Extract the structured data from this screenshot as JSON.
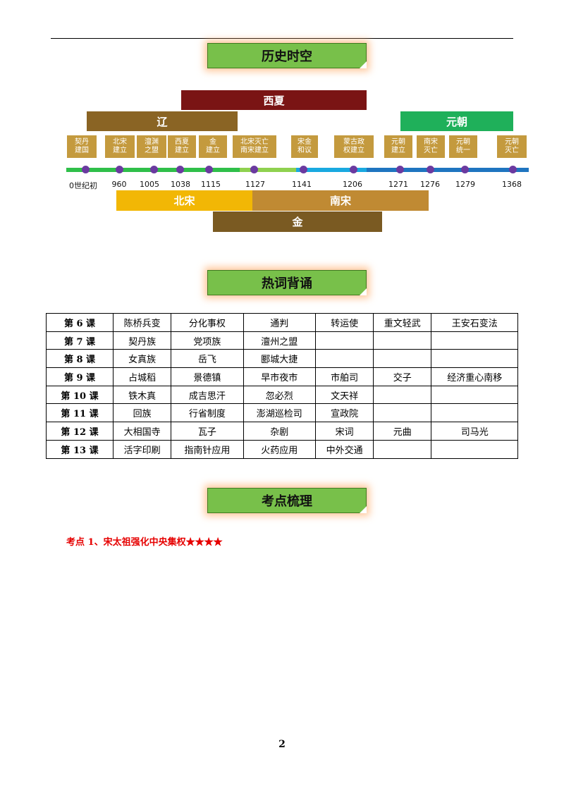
{
  "banners": {
    "timeline": "历史时空",
    "hotwords": "热词背诵",
    "keypoints": "考点梳理"
  },
  "dynasties": {
    "xixia": "西夏",
    "liao": "辽",
    "yuan": "元朝",
    "beisong": "北宋",
    "nansong": "南宋",
    "jin": "金"
  },
  "events": [
    {
      "label": "契丹\n建国"
    },
    {
      "label": "北宋\n建立"
    },
    {
      "label": "澶渊\n之盟"
    },
    {
      "label": "西夏\n建立"
    },
    {
      "label": "金\n建立"
    },
    {
      "label": "北宋灭亡\n南宋建立"
    },
    {
      "label": "宋金\n和议"
    },
    {
      "label": "蒙古政\n权建立"
    },
    {
      "label": "元朝\n建立"
    },
    {
      "label": "南宋\n灭亡"
    },
    {
      "label": "元朝\n统一"
    },
    {
      "label": "元朝\n灭亡"
    }
  ],
  "years": [
    "0世纪初",
    "960",
    "1005",
    "1038",
    "1115",
    "1127",
    "1141",
    "1206",
    "1271",
    "1276",
    "1279",
    "1368"
  ],
  "table": {
    "rows": [
      {
        "lesson": "第 6 课",
        "terms": [
          "陈桥兵变",
          "分化事权",
          "通判",
          "转运使",
          "重文轻武",
          "王安石变法"
        ]
      },
      {
        "lesson": "第 7 课",
        "terms": [
          "契丹族",
          "党项族",
          "澶州之盟",
          "",
          "",
          ""
        ]
      },
      {
        "lesson": "第 8 课",
        "terms": [
          "女真族",
          "岳飞",
          "郾城大捷",
          "",
          "",
          ""
        ]
      },
      {
        "lesson": "第 9 课",
        "terms": [
          "占城稻",
          "景德镇",
          "早市夜市",
          "市舶司",
          "交子",
          "经济重心南移"
        ]
      },
      {
        "lesson": "第 10 课",
        "terms": [
          "铁木真",
          "成吉思汗",
          "忽必烈",
          "文天祥",
          "",
          ""
        ]
      },
      {
        "lesson": "第 11 课",
        "terms": [
          "回族",
          "行省制度",
          "澎湖巡检司",
          "宣政院",
          "",
          ""
        ]
      },
      {
        "lesson": "第 12 课",
        "terms": [
          "大相国寺",
          "瓦子",
          "杂剧",
          "宋词",
          "元曲",
          "司马光"
        ]
      },
      {
        "lesson": "第 13 课",
        "terms": [
          "活字印刷",
          "指南针应用",
          "火药应用",
          "中外交通",
          "",
          ""
        ]
      }
    ]
  },
  "keypoint1": "考点 1、宋太祖强化中央集权★★★★",
  "page_number": "2",
  "colors": {
    "xixia": "#7a1414",
    "liao": "#8a6424",
    "yuan": "#1fb05a",
    "beisong": "#f2b705",
    "nansong": "#c08a33",
    "jin": "#7a5a22",
    "event_box": "#c49a3e",
    "dot": "#6b3aa0"
  }
}
